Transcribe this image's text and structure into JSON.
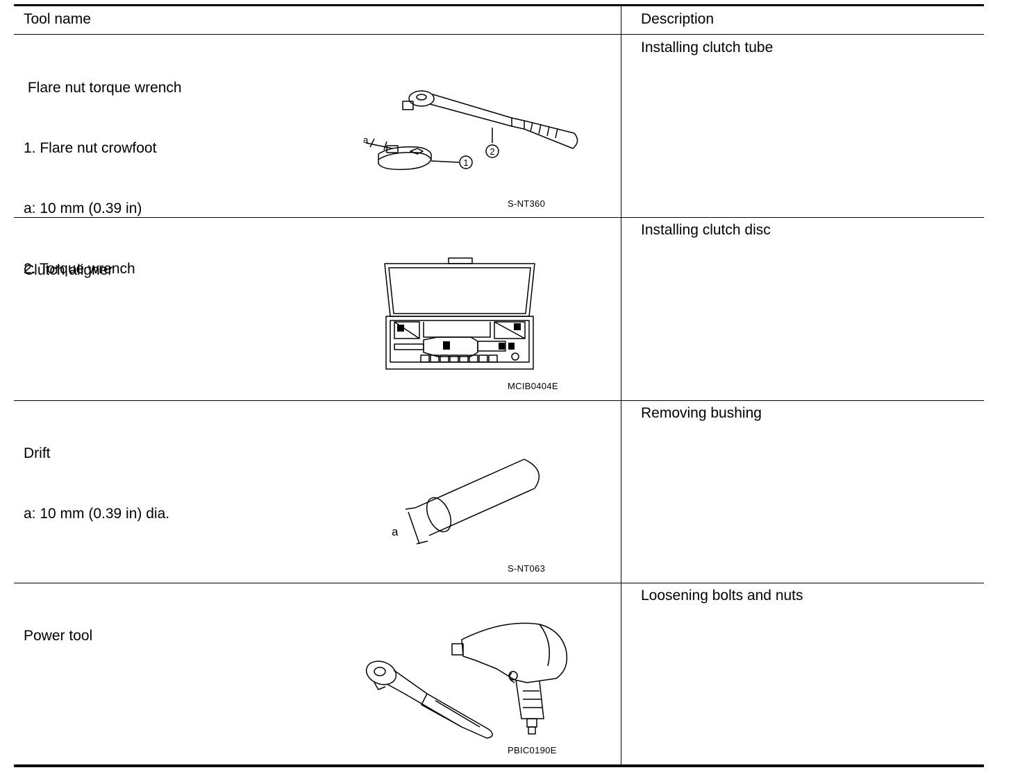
{
  "header": {
    "tool_name": "Tool name",
    "description": "Description"
  },
  "rows": [
    {
      "lines": [
        " Flare nut torque wrench",
        "1. Flare nut crowfoot",
        "a: 10 mm (0.39 in)",
        "2. Torque wrench"
      ],
      "description": "Installing clutch tube",
      "figure_code": "S-NT360",
      "callouts": [
        "a",
        "1",
        "2"
      ]
    },
    {
      "lines": [
        "Clutch aligner"
      ],
      "description": "Installing clutch disc",
      "figure_code": "MCIB0404E"
    },
    {
      "lines": [
        "Drift",
        "a: 10 mm (0.39 in) dia."
      ],
      "description": "Removing bushing",
      "figure_code": "S-NT063",
      "callouts": [
        "a"
      ]
    },
    {
      "lines": [
        "Power tool"
      ],
      "description": "Loosening bolts and nuts",
      "figure_code": "PBIC0190E"
    }
  ]
}
